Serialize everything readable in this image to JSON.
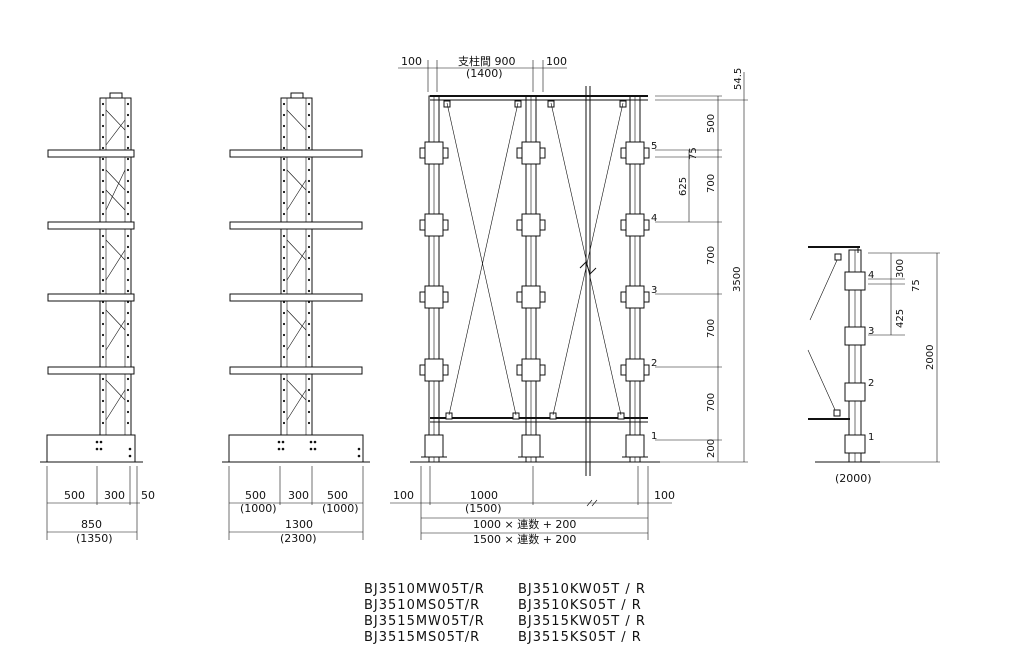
{
  "views": {
    "side_single": {
      "dims": {
        "d1": "500",
        "d2": "300",
        "d3": "50",
        "total": "850",
        "total_alt": "(1350)"
      }
    },
    "side_double": {
      "dims": {
        "d1": "500",
        "d1_alt": "(1000)",
        "d2": "300",
        "d3": "500",
        "d3_alt": "(1000)",
        "total": "1300",
        "total_alt": "(2300)"
      }
    },
    "front": {
      "top_left": "100",
      "top_pitch": "支柱間 900",
      "top_pitch_alt": "(1400)",
      "top_right": "100",
      "bot_left": "100",
      "bot_span": "1000",
      "bot_span_alt": "(1500)",
      "bot_right": "100",
      "formula1": "1000 × 連数 + 200",
      "formula2": "1500 × 連数 + 200",
      "right_dims": {
        "top": "54.5",
        "h500": "500",
        "h75": "75",
        "h625": "625",
        "h700a": "700",
        "h700b": "700",
        "h700c": "700",
        "h700d": "700",
        "h200": "200",
        "total": "3500"
      },
      "levels": [
        "1",
        "2",
        "3",
        "4",
        "5"
      ]
    },
    "small": {
      "levels": [
        "1",
        "2",
        "3",
        "4"
      ],
      "dims": {
        "h300": "300",
        "h75": "75",
        "h425": "425",
        "total": "2000"
      },
      "bottom": "(2000)"
    }
  },
  "models": {
    "left": [
      "BJ3510MW05T/R",
      "BJ3510MS05T/R",
      "BJ3515MW05T/R",
      "BJ3515MS05T/R"
    ],
    "right": [
      "BJ3510KW05T / R",
      "BJ3510KS05T / R",
      "BJ3515KW05T / R",
      "BJ3515KS05T / R"
    ]
  }
}
